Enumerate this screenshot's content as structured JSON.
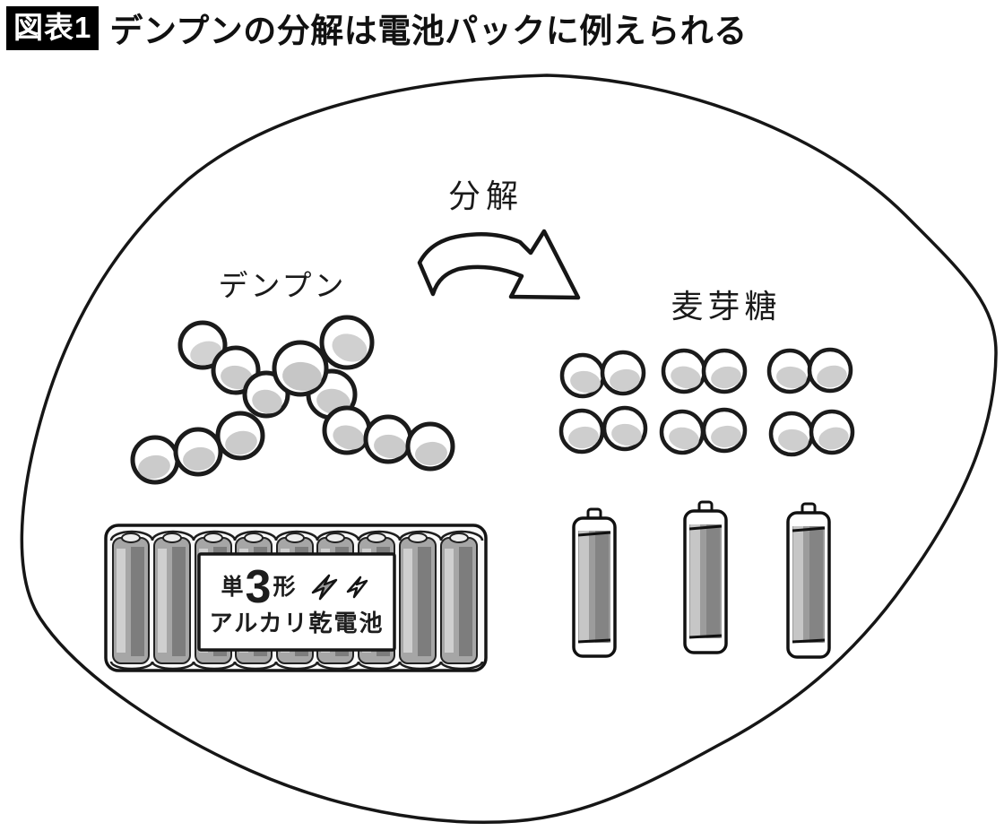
{
  "header": {
    "tag": "図表1",
    "title": "デンプンの分解は電池パックに例えられる"
  },
  "labels": {
    "process": "分解",
    "starch": "デンプン",
    "maltose": "麦芽糖"
  },
  "battery_pack_label": {
    "size_prefix": "単",
    "size_number": "3",
    "size_suffix": "形",
    "type_label": "アルカリ乾電池"
  },
  "icons": {
    "arrow": "curved-right-arrow",
    "bolt_filled": "lightning-bolt-filled",
    "bolt_outline": "lightning-bolt-outline"
  },
  "counts": {
    "starch_units": 12,
    "maltose_pairs": 6,
    "pack_batteries": 9,
    "single_batteries": 3
  },
  "colors": {
    "ink": "#1a1a1a",
    "shade_gray": "#cbcbcb",
    "battery_body": "#9c9c9c",
    "battery_highlight": "#c6c6c6",
    "battery_dark": "#7d7d7d"
  }
}
